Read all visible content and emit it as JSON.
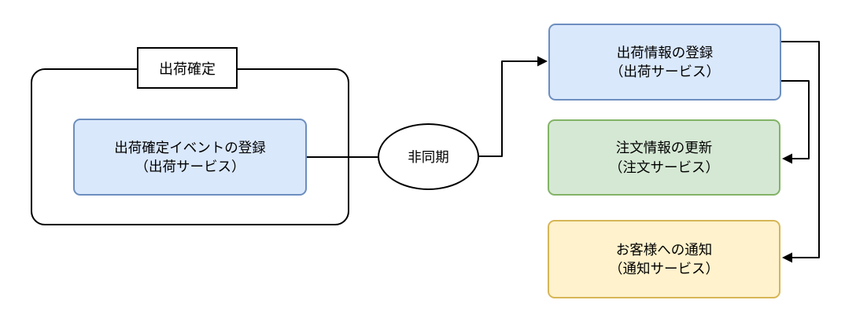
{
  "diagram": {
    "group": {
      "label": "出荷確定"
    },
    "nodes": {
      "publish_event": {
        "line1": "出荷確定イベントの登録",
        "line2": "（出荷サービス）"
      },
      "async": {
        "label": "非同期"
      },
      "register_shipping": {
        "line1": "出荷情報の登録",
        "line2": "（出荷サービス）"
      },
      "update_order": {
        "line1": "注文情報の更新",
        "line2": "（注文サービス）"
      },
      "notify_customer": {
        "line1": "お客様への通知",
        "line2": "（通知サービス）"
      }
    },
    "colors": {
      "blue_fill": "#dae8fc",
      "blue_border": "#6c8ebf",
      "green_fill": "#d5e8d4",
      "green_border": "#82b366",
      "yellow_fill": "#fff2cc",
      "yellow_border": "#d6b656",
      "shape_stroke": "#000000",
      "line": "#000000",
      "text": "#000000",
      "background": "#ffffff"
    }
  }
}
